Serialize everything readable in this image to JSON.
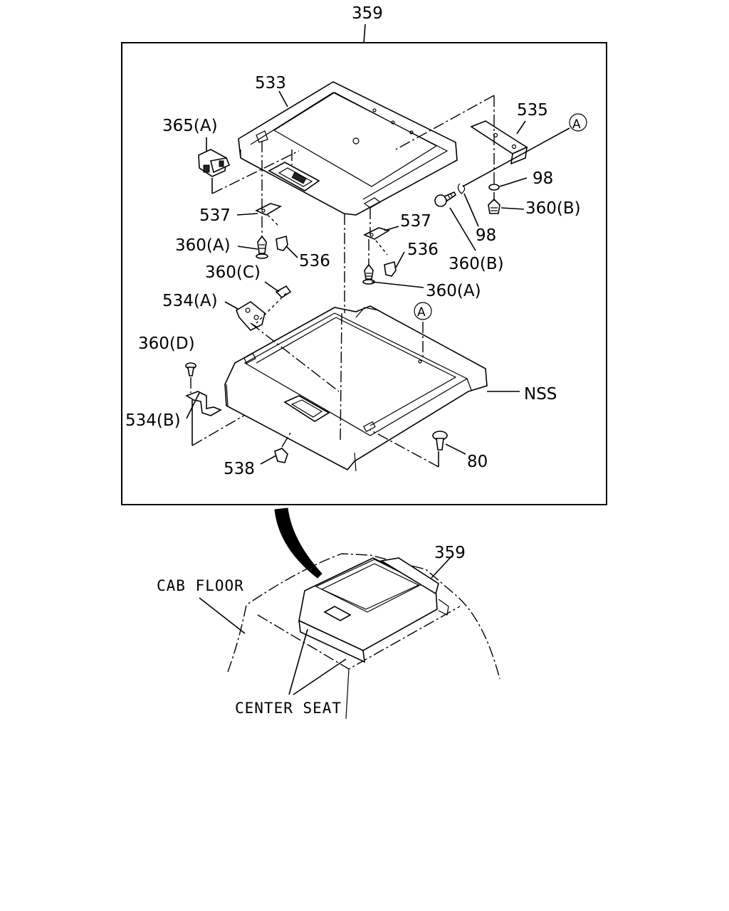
{
  "labels": {
    "assembly": "359",
    "lid": "533",
    "switch": "365(A)",
    "bracket_535": "535",
    "ref_a_upper": "A",
    "ref_a_lower": "A",
    "clip_98_right": "98",
    "clip_98_left": "98",
    "screw_360b_right": "360(B)",
    "screw_360b_mid": "360(B)",
    "hinge_537_left": "537",
    "hinge_537_right": "537",
    "screw_360a_left": "360(A)",
    "screw_360a_right": "360(A)",
    "cap_536_left": "536",
    "cap_536_right": "536",
    "screw_360c": "360(C)",
    "latch_534a": "534(A)",
    "screw_360d": "360(D)",
    "striker_534b": "534(B)",
    "box_nss": "NSS",
    "clip_538": "538",
    "bolt_80": "80",
    "location_359": "359",
    "cab_floor": "CAB FLOOR",
    "center_seat": "CENTER SEAT"
  }
}
